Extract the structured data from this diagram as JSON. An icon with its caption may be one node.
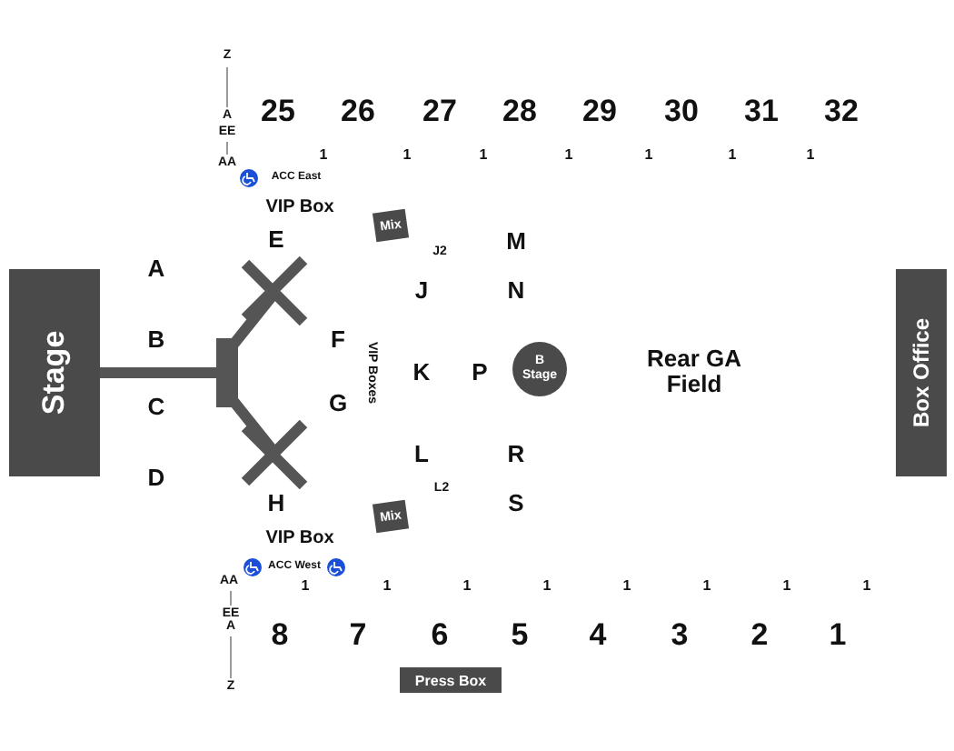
{
  "diagram": {
    "nodes": [
      {
        "text": [
          "Stage"
        ]
      },
      {
        "text": [
          "Box Office"
        ]
      },
      {
        "text": [
          "B Stage"
        ]
      },
      {
        "text": [
          "Mix"
        ]
      },
      {
        "text": [
          "Mix"
        ]
      },
      {
        "text": [
          "Press Box"
        ]
      }
    ],
    "edges": [],
    "labels": [
      "Z",
      "25",
      "26",
      "27",
      "28",
      "29",
      "30",
      "31",
      "32",
      "A",
      "EE",
      "1",
      "1",
      "1",
      "1",
      "1",
      "1",
      "1",
      "AA",
      "ACC East",
      "VIP Box",
      "E",
      "J2",
      "M",
      "A",
      "J",
      "N",
      "B",
      "F",
      "VIP Boxes",
      "K",
      "P",
      "Rear GA Field",
      "C",
      "G",
      "L",
      "R",
      "D",
      "L2",
      "H",
      "S",
      "VIP Box",
      "ACC West",
      "AA",
      "1",
      "1",
      "1",
      "1",
      "1",
      "1",
      "1",
      "1",
      "EE",
      "A",
      "8",
      "7",
      "6",
      "5",
      "4",
      "3",
      "2",
      "1",
      "Z"
    ]
  }
}
